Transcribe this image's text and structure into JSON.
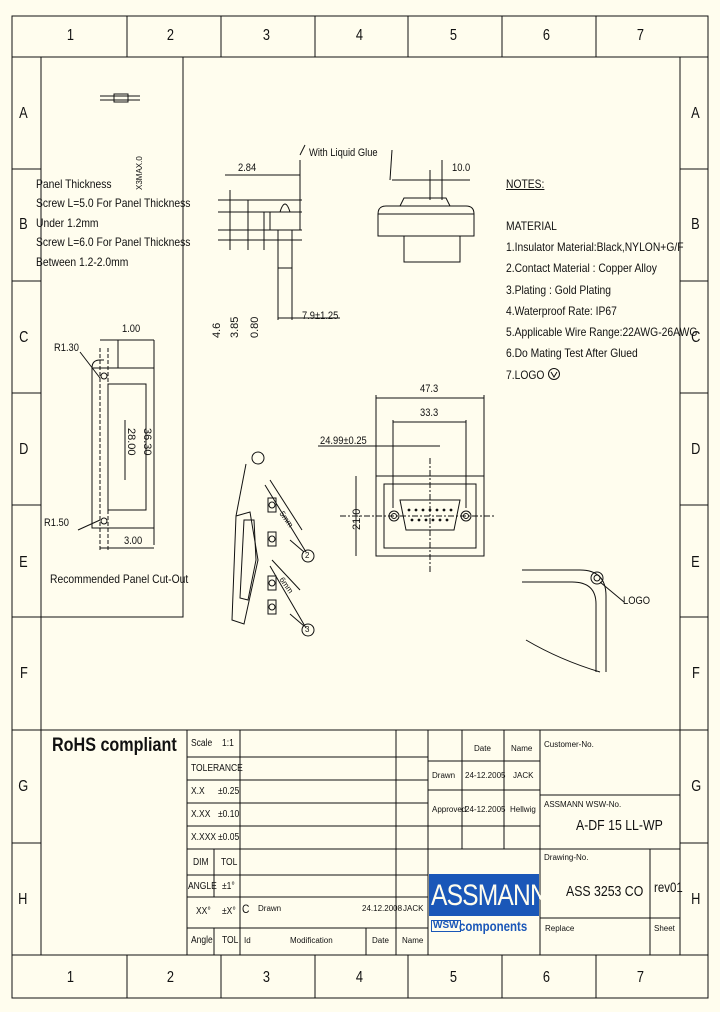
{
  "grid": {
    "columns": [
      "1",
      "2",
      "3",
      "4",
      "5",
      "6",
      "7"
    ],
    "rows": [
      "A",
      "B",
      "C",
      "D",
      "E",
      "F",
      "G",
      "H"
    ]
  },
  "panel_text": {
    "title": "Panel Thickness",
    "line1": "Screw L=5.0 For Panel Thickness",
    "line2": "Under 1.2mm",
    "line3": "Screw L=6.0 For Panel Thickness",
    "line4": "Between 1.2-2.0mm"
  },
  "cutout": {
    "caption": "Recommended Panel Cut-Out",
    "dim_width": "1.00",
    "dim_radius": "R1.30",
    "dim_h1": "28.00",
    "dim_h2": "36.30",
    "dim_bottom": "3.00",
    "dim_radius2": "R1.50"
  },
  "side_view": {
    "glue_label": "With Liquid Glue",
    "dim_top": "2.84",
    "dim_vert_top": "X3MAX.0",
    "dim_a": "4.6",
    "dim_b": "3.85",
    "dim_c": "0.80",
    "dim_d": "7.9±1.25",
    "dim_e": "10.0"
  },
  "front_view": {
    "dim_outer": "47.3",
    "dim_inner": "33.3",
    "dim_pitch": "24.99±0.25",
    "dim_height": "21.0"
  },
  "iso_view": {
    "label_2": "2",
    "label_3": "3",
    "dim1": "5mm",
    "dim2": "6mm"
  },
  "logo_view": {
    "label": "LOGO"
  },
  "notes": {
    "title": "NOTES:",
    "material": "MATERIAL",
    "items": [
      "1.Insulator Material:Black,NYLON+G/F",
      "2.Contact  Material : Copper Alloy",
      "3.Plating : Gold Plating",
      "4.Waterproof Rate: IP67",
      "5.Applicable Wire Range:22AWG-26AWG",
      "6.Do Mating Test After Glued",
      "7.LOGO"
    ]
  },
  "rohs": "RoHS compliant",
  "title_block": {
    "scale_label": "Scale",
    "scale_value": "1:1",
    "tolerance": "TOLERANCE",
    "tol_rows": [
      {
        "fmt": "X.X",
        "val": "±0.25"
      },
      {
        "fmt": "X.XX",
        "val": "±0.10"
      },
      {
        "fmt": "X.XXX",
        "val": "±0.05"
      }
    ],
    "dim": "DIM",
    "tol": "TOL",
    "angle": "ANGLE",
    "angle_val": "±1°",
    "xx": "XX°",
    "xx_val": "±X°",
    "angle_label": "Angle",
    "tol_label": "TOL",
    "rev_letter": "C",
    "rev_drawn": "Drawn",
    "rev_date": "24.12.2008",
    "rev_name": "JACK",
    "hdr_id": "Id",
    "hdr_mod": "Modification",
    "hdr_date": "Date",
    "hdr_name": "Name",
    "col_date": "Date",
    "col_name": "Name",
    "drawn_label": "Drawn",
    "drawn_date": "24-12.2005",
    "drawn_name": "JACK",
    "approved_label": "Approved",
    "approved_date": "24-12.2005",
    "approved_name": "Hellwig",
    "customer_no": "Customer-No.",
    "assmann_no_label": "ASSMANN WSW-No.",
    "assmann_no": "A-DF 15 LL-WP",
    "drawing_no_label": "Drawing-No.",
    "drawing_no": "ASS 3253 CO",
    "rev": "rev01",
    "replace": "Replace",
    "sheet": "Sheet",
    "logo_word": "ASSMANN",
    "logo_sub": "components",
    "logo_wsw": "WSW"
  },
  "colors": {
    "background": "#fffdee",
    "ink": "#111111",
    "logo_blue": "#1a57b8"
  }
}
